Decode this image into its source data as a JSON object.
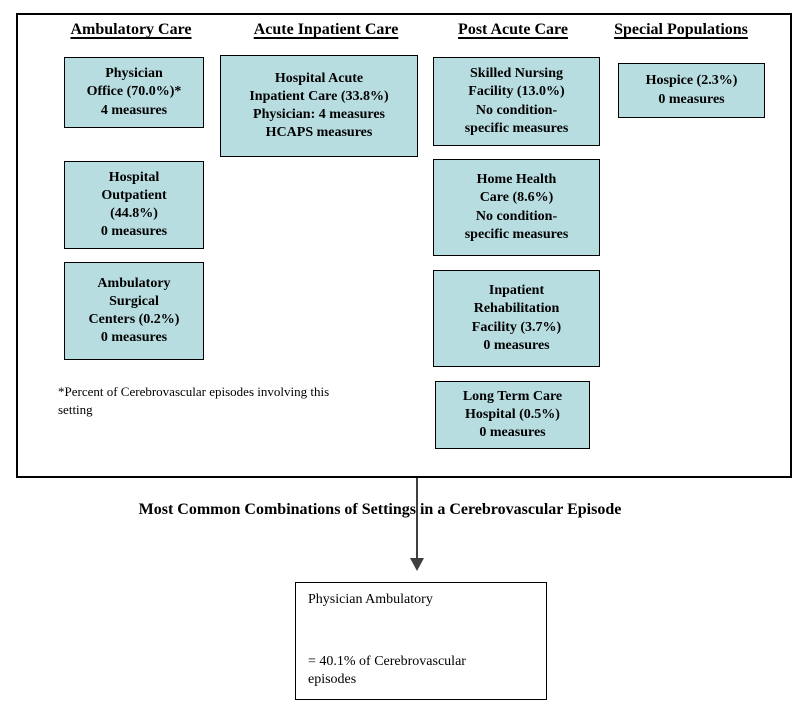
{
  "colors": {
    "box_fill": "#B8DDE1",
    "box_border": "#000000",
    "outer_border": "#000000",
    "arrow": "#3F3F3F",
    "text": "#000000",
    "background": "#FFFFFF"
  },
  "settings_map": {
    "columns": [
      {
        "header": "Ambulatory Care",
        "boxes": [
          {
            "text": "Physician\nOffice (70.0%)*\n4 measures"
          },
          {
            "text": "Hospital\nOutpatient\n(44.8%)\n0 measures"
          },
          {
            "text": "Ambulatory\nSurgical\nCenters (0.2%)\n0 measures"
          }
        ]
      },
      {
        "header": "Acute Inpatient Care",
        "boxes": [
          {
            "text": "Hospital Acute\nInpatient Care (33.8%)\nPhysician: 4 measures\nHCAPS measures"
          }
        ]
      },
      {
        "header": "Post Acute Care",
        "boxes": [
          {
            "text": "Skilled Nursing\nFacility (13.0%)\nNo condition-\nspecific measures"
          },
          {
            "text": "Home Health\nCare (8.6%)\nNo condition-\nspecific measures"
          },
          {
            "text": "Inpatient\nRehabilitation\nFacility (3.7%)\n0 measures"
          },
          {
            "text": "Long Term Care\nHospital (0.5%)\n0 measures"
          }
        ]
      },
      {
        "header": "Special Populations",
        "boxes": [
          {
            "text": "Hospice (2.3%)\n0 measures"
          }
        ]
      }
    ],
    "footnote": "*Percent of Cerebrovascular episodes involving this\nsetting"
  },
  "combinations": {
    "title": "Most Common Combinations of Settings in a Cerebrovascular Episode",
    "box": {
      "heading": "Physician Ambulatory",
      "value": "= 40.1% of Cerebrovascular\nepisodes"
    }
  }
}
